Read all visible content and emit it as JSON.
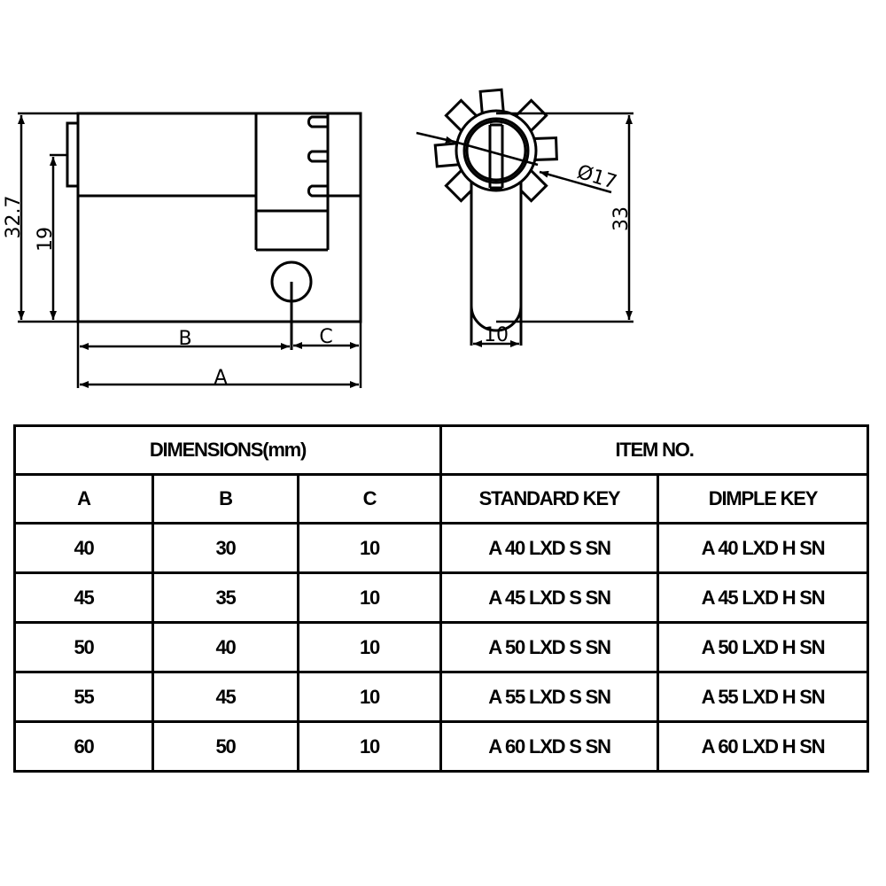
{
  "drawing": {
    "side_view": {
      "dimension_labels": {
        "total_height": "32.7",
        "cam_height": "19",
        "length_b": "B",
        "length_c": "C",
        "length_a": "A"
      }
    },
    "front_view": {
      "dimension_labels": {
        "diameter": "Ø17",
        "height": "33",
        "width": "10"
      }
    }
  },
  "table": {
    "group_headers": [
      "DIMENSIONS(mm)",
      "ITEM NO."
    ],
    "columns": [
      "A",
      "B",
      "C",
      "STANDARD KEY",
      "DIMPLE KEY"
    ],
    "rows": [
      [
        "40",
        "30",
        "10",
        "A 40 LXD S SN",
        "A 40 LXD H SN"
      ],
      [
        "45",
        "35",
        "10",
        "A 45 LXD S SN",
        "A 45 LXD H SN"
      ],
      [
        "50",
        "40",
        "10",
        "A 50 LXD S SN",
        "A 50 LXD H SN"
      ],
      [
        "55",
        "45",
        "10",
        "A 55 LXD S SN",
        "A 55 LXD H SN"
      ],
      [
        "60",
        "50",
        "10",
        "A 60 LXD S SN",
        "A 60 LXD H SN"
      ]
    ]
  }
}
